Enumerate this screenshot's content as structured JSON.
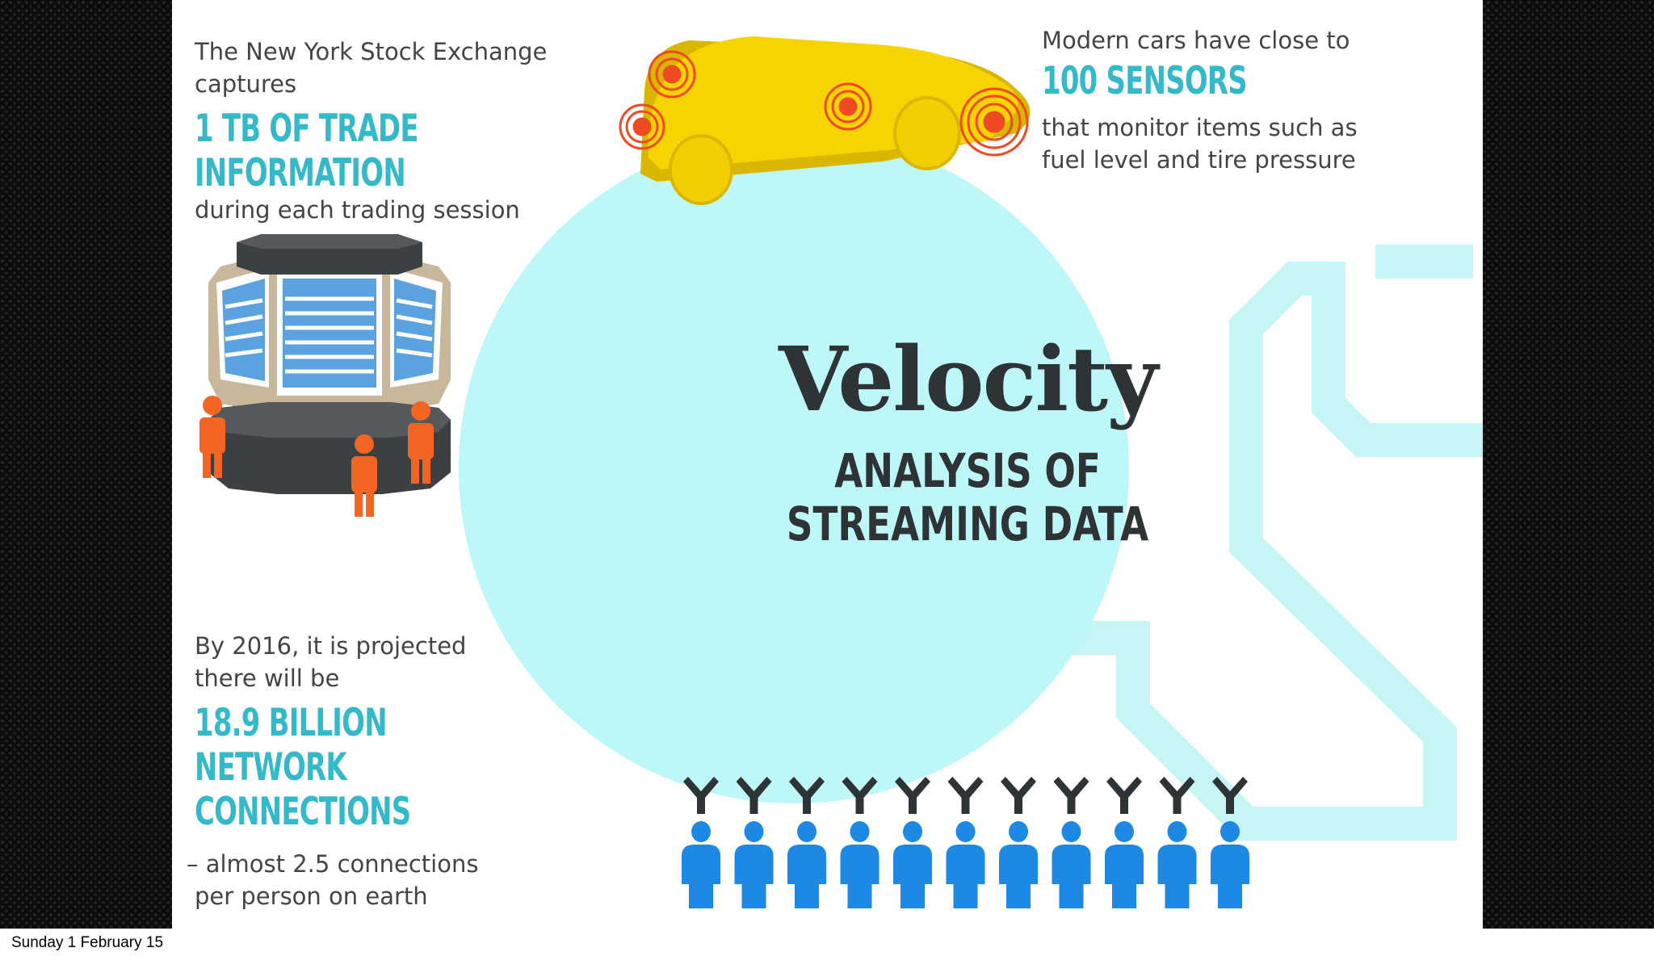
{
  "slide": {
    "title": "Velocity",
    "subtitle_lines": [
      "ANALYSIS OF",
      "STREAMING DATA"
    ],
    "stock_exchange": {
      "intro_lines": [
        "The New York Stock Exchange",
        "captures"
      ],
      "highlight_lines": [
        "1 TB OF TRADE",
        "INFORMATION"
      ],
      "outro": "during each trading session"
    },
    "cars": {
      "intro": "Modern cars have close to",
      "highlight": "100 SENSORS",
      "outro_lines": [
        "that monitor items such as",
        "fuel level and tire pressure"
      ]
    },
    "network": {
      "intro_lines": [
        "By 2016, it is projected",
        "there will be"
      ],
      "highlight_lines": [
        "18.9 BILLION",
        "NETWORK",
        "CONNECTIONS"
      ],
      "outro_lines": [
        "– almost 2.5 connections",
        "per person on earth"
      ]
    }
  },
  "footer": {
    "date": "Sunday 1 February 15"
  },
  "colors": {
    "circle": "#bdf7f7",
    "highlight": "#34b9c8",
    "car": "#f7d400",
    "sensor": "#ef4a23",
    "person_orange": "#f26522",
    "person_blue": "#1e88e5",
    "dark": "#2e3436",
    "pipe": "#c5f5f5"
  },
  "icons": {
    "car": "car-icon",
    "sensor": "sensor-ring-icon",
    "server": "server-icon",
    "person": "person-icon",
    "antenna": "antenna-icon"
  }
}
